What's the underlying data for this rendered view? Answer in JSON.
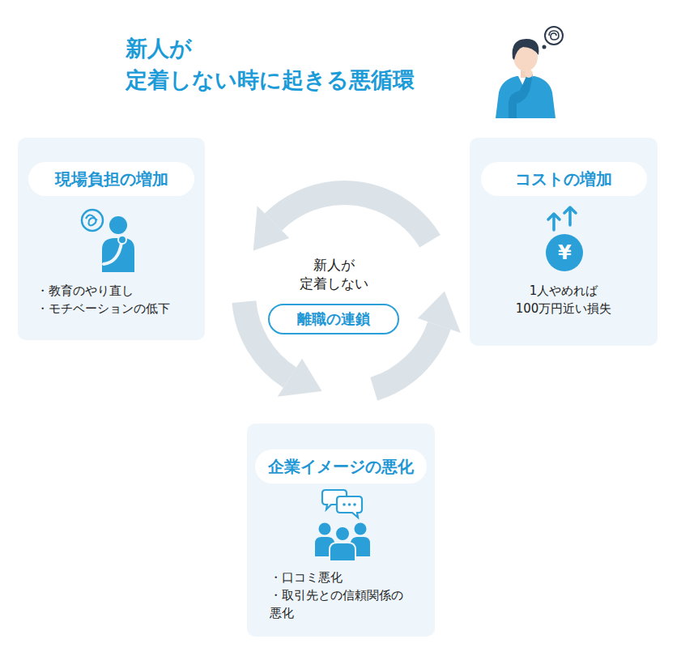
{
  "diagram": {
    "title": "新人が 定着しない時に起きる悪循環",
    "nodes": [
      {
        "text": [
          "現場負担の増加",
          "・教育のやり直し",
          "・モチベーションの低下"
        ]
      },
      {
        "text": [
          "離職の連鎖"
        ]
      },
      {
        "text": [
          "コストの増加",
          "1人やめれば 100万円近い損失"
        ]
      },
      {
        "text": [
          "企業イメージの悪化",
          "・口コミ悪化",
          "・取引先との信頼関係の 悪化"
        ]
      }
    ],
    "edges": [
      {
        "from": 0,
        "to": 3,
        "arrow": "to"
      },
      {
        "from": 3,
        "to": 2,
        "arrow": "to"
      },
      {
        "from": 2,
        "to": 0,
        "arrow": "to"
      }
    ],
    "labels": [
      "新人が 定着しない",
      "¥"
    ]
  }
}
